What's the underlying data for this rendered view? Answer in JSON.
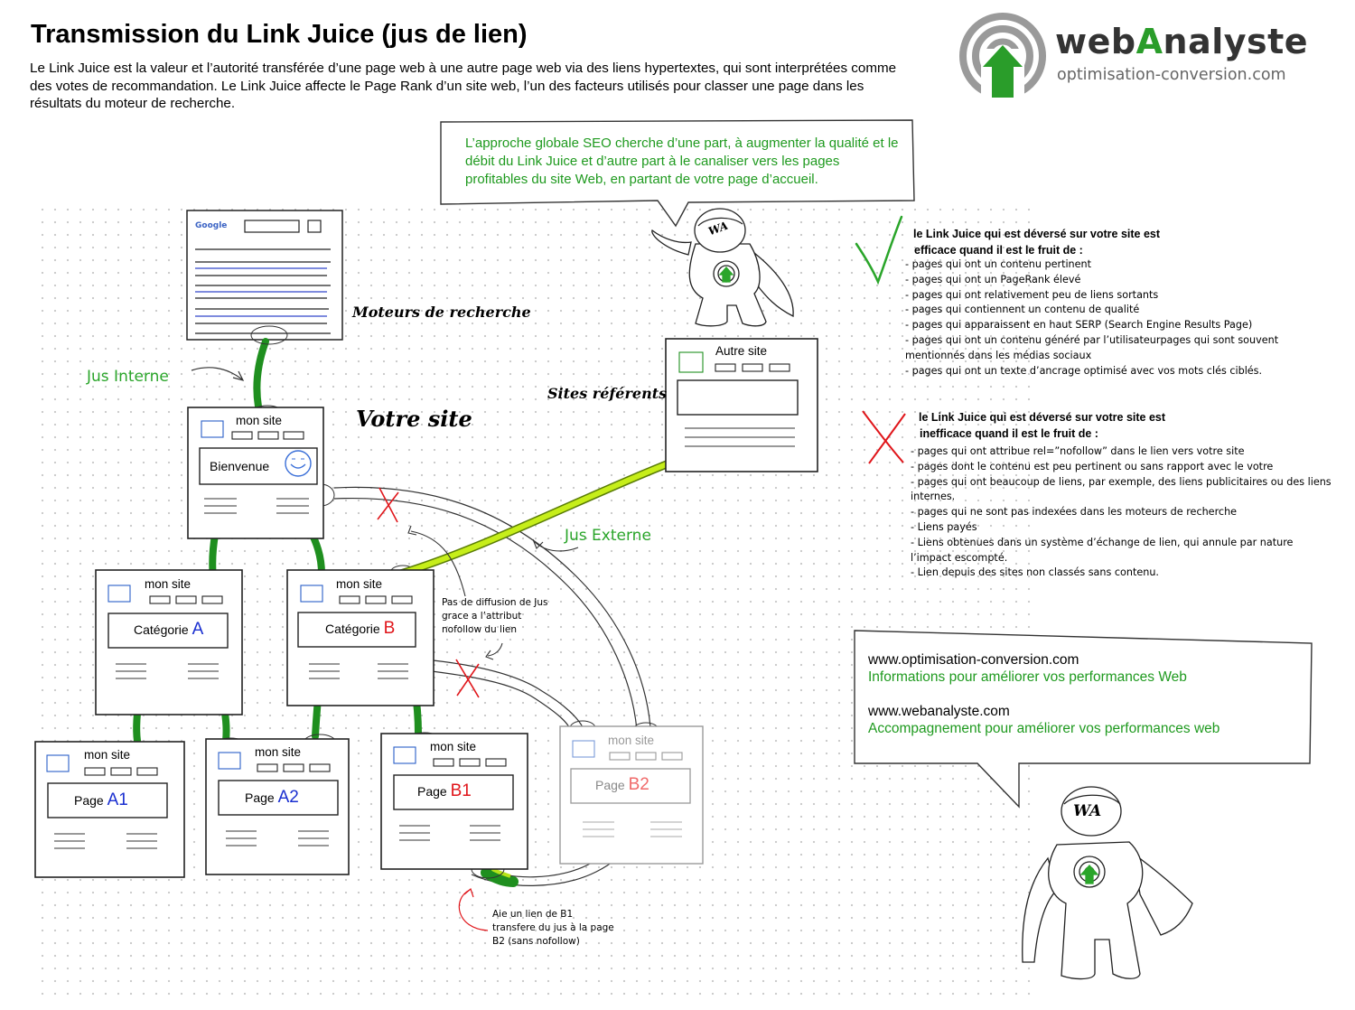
{
  "header": {
    "title": "Transmission du Link Juice (jus de lien)",
    "intro": "Le Link Juice est la valeur et l’autorité transférée d’une page web à une autre page web via des liens hypertextes, qui sont interprétées comme des votes de recommandation. Le Link Juice affecte le Page Rank d’un site web, l’un des facteurs utilisés pour classer une page dans les résultats du moteur de recherche."
  },
  "logo": {
    "name_prefix": "web",
    "name_accent": "A",
    "name_suffix": "nalyste",
    "subtitle": "optimisation-conversion.com",
    "mascot_badge": "WA"
  },
  "speech_top": "L’approche globale SEO cherche d’une part, à augmenter la qualité et le débit du Link Juice et d’autre part à le canaliser vers les pages profitables du site Web, en partant de votre page d’accueil.",
  "diagram": {
    "search_engine_label": "Moteurs de recherche",
    "google_word": "Google",
    "votre_site": "Votre site",
    "sites_referents": "Sites référents",
    "jus_interne": "Jus Interne",
    "jus_externe": "Jus Externe",
    "nodes": {
      "home": {
        "site": "mon site",
        "name": "Bienvenue"
      },
      "cat_a": {
        "site": "mon site",
        "name": "Catégorie",
        "letter": "A"
      },
      "cat_b": {
        "site": "mon site",
        "name": "Catégorie",
        "letter": "B"
      },
      "page_a1": {
        "site": "mon site",
        "name": "Page",
        "letter": "A1"
      },
      "page_a2": {
        "site": "mon site",
        "name": "Page",
        "letter": "A2"
      },
      "page_b1": {
        "site": "mon site",
        "name": "Page",
        "letter": "B1"
      },
      "page_b2": {
        "site": "mon site",
        "name": "Page",
        "letter": "B2"
      },
      "autre": {
        "site": "Autre site"
      }
    },
    "nofollow_note": [
      "Pas de diffusion de Jus",
      "grace a l’attribut",
      "nofollow du lien"
    ],
    "b1_note": [
      "Aie un lien de B1",
      "transfere du jus à la page",
      "B2 (sans nofollow)"
    ]
  },
  "efficace": {
    "title": [
      "le Link Juice qui est déversé sur votre site est",
      "efficace quand il est le fruit de :"
    ],
    "items": [
      "- pages qui ont un contenu pertinent",
      "- pages qui ont un PageRank élevé",
      "- pages qui ont relativement peu de liens sortants",
      "- pages qui contiennent un contenu de qualité",
      "- pages qui apparaissent en haut SERP (Search Engine Results Page)",
      "- pages qui ont un contenu généré par l’utilisateurpages qui sont souvent",
      "mentionnés dans les médias sociaux",
      "- pages qui ont un texte d’ancrage optimisé avec vos mots clés ciblés."
    ]
  },
  "inefficace": {
    "title": [
      "le Link Juice qui est déversé sur votre site est",
      "inefficace quand il est le fruit de :"
    ],
    "items": [
      "- pages qui ont attribue rel=”nofollow” dans le lien vers votre site",
      "- pages dont le contenu est peu pertinent ou sans rapport avec le votre",
      "- pages qui ont beaucoup de liens, par exemple, des liens publicitaires ou des liens",
      "internes.",
      "- pages qui ne sont pas indexées dans les moteurs de recherche",
      "- Liens payés",
      "- Liens obtenues dans un système d’échange de lien, qui annule par nature",
      "l’impact escompté.",
      "- Lien depuis des sites non classés sans contenu."
    ]
  },
  "info_box": {
    "url1": "www.optimisation-conversion.com",
    "desc1": "Informations pour améliorer vos performances Web",
    "url2": "www.webanalyste.com",
    "desc2": "Accompagnement pour améliorer vos performances web"
  },
  "colors": {
    "green": "#2aa52a",
    "juice_green": "#1f8f1f",
    "lime": "#c6ee1a",
    "blue": "#1a2fd0",
    "red": "#e0161b"
  }
}
